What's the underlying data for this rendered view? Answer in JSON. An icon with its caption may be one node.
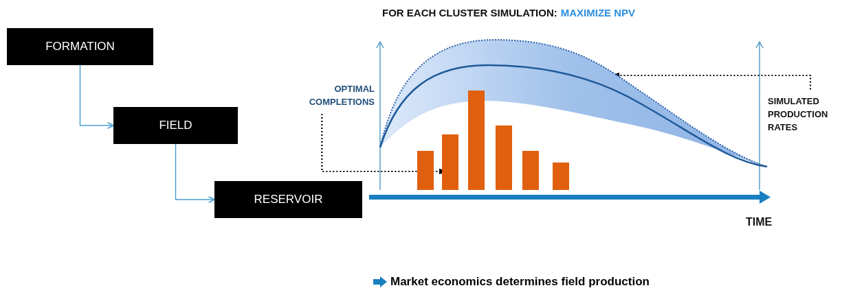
{
  "diagram": {
    "title": "FOR EACH CLUSTER SIMULATION:",
    "nodes": [
      {
        "text": [
          "FORMATION"
        ]
      },
      {
        "text": [
          "FIELD"
        ]
      },
      {
        "text": [
          "RESERVOIR"
        ]
      },
      {
        "text": [
          "OPTIMAL COMPLETIONS"
        ]
      },
      {
        "text": [],
        "shape": "bar"
      },
      {
        "text": [
          "SIMULATED PRODUCTION RATES"
        ]
      },
      {
        "text": [],
        "shape": "band"
      }
    ],
    "edges": [
      {
        "from": 0,
        "to": 1,
        "arrow": "to"
      },
      {
        "from": 1,
        "to": 2,
        "arrow": "to"
      },
      {
        "from": 3,
        "to": 4,
        "arrow": "to",
        "style": "dashed",
        "color": "#000000"
      },
      {
        "from": 5,
        "to": 6,
        "arrow": "to",
        "style": "dashed",
        "color": "#000000"
      }
    ],
    "labels": [
      "MAXIMIZE NPV",
      "TIME"
    ],
    "legend": [
      {
        "text": "Market economics determines field production"
      }
    ]
  }
}
